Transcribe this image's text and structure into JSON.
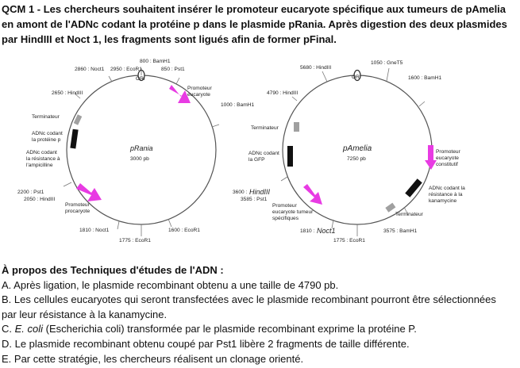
{
  "question": "QCM 1 - Les chercheurs souhaitent insérer le promoteur eucaryote spécifique aux tumeurs de pAmelia en amont de l'ADNc codant la protéine p dans le plasmide pRania. Après digestion des deux plasmides par HindIII et Noct 1, les fragments sont ligués afin de former pFinal.",
  "prania": {
    "name": "pRania",
    "size": "3000 pb",
    "labels": {
      "bamh1_800": "800 : BamH1",
      "noct1_2860": "2860 : Noct1",
      "ecor1_2950": "2950 : EcoR1",
      "bamh1_850": "850 : Pst1",
      "ori": "ORI",
      "promoteur_euk_1": "Promoteur",
      "promoteur_euk_2": "eucaryote",
      "hindiii_2650": "2650 : HindIII",
      "bamh1_1000": "1000 : BamH1",
      "terminateur": "Terminateur",
      "adnc_p_1": "ADNc codant",
      "adnc_p_2": "la protéine p",
      "adnc_amp_1": "ADNc codant",
      "adnc_amp_2": "la résistance à",
      "adnc_amp_3": "l'ampicilline",
      "pst1_2200": "2200 : Pst1",
      "hindiii_2050": "2050 : HindIII",
      "promoteur_prok_1": "Promoteur",
      "promoteur_prok_2": "procaryote",
      "noct1_1810": "1810 : Noct1",
      "ecor1_1600": "1600 : EcoR1",
      "ecor1_1775": "1775 : EcoR1"
    }
  },
  "pamelia": {
    "name": "pAmelia",
    "size": "7250 pb",
    "labels": {
      "hindiii_5680": "5680 : HindIII",
      "gnet5_1050": "1050 : GneT5",
      "ori": "ORI",
      "bamh1_1600": "1600 : BamH1",
      "hindiii_4790": "4790 : HindIII",
      "terminateur_top": "Terminateur",
      "adnc_gfp_1": "ADNc codant",
      "adnc_gfp_2": "la GFP",
      "prom_const_1": "Promoteur",
      "prom_const_2": "eucaryote",
      "prom_const_3": "constitutif",
      "hindiii_3600_num": "3600 :",
      "hindiii_3600_hand": "HindIII",
      "pst1_3585": "3585 : Pst1",
      "prom_tum_1": "Promoteur",
      "prom_tum_2": "eucaryote tumeur",
      "prom_tum_3": "spécifiques",
      "adnc_kan_1": "ADNc codant la",
      "adnc_kan_2": "résistance à la",
      "adnc_kan_3": "kanamycine",
      "terminateur_bot": "Terminateur",
      "bamh1_3575": "3575 : BamH1",
      "noct1_1810_num": "1810 :",
      "noct1_1810_hand": "Noct1",
      "ecor1_1775": "1775 : EcoR1"
    }
  },
  "answers": {
    "heading": "À propos des Techniques d'études de l'ADN :",
    "a": "A. Après ligation, le plasmide recombinant obtenu a une taille de 4790 pb.",
    "b1": "B. Les cellules eucaryotes qui seront transfectées avec le plasmide recombinant pourront être sélectionnées",
    "b2": "par leur résistance à la kanamycine.",
    "c_prefix": "C. ",
    "c_italic": "E. coli",
    "c_rest": " (Escherichia coli) transformée par le plasmide recombinant exprime la protéine P.",
    "d": "D. Le plasmide recombinant obtenu coupé par Pst1 libère 2 fragments de taille différente.",
    "e": "E. Par cette stratégie, les chercheurs réalisent un clonage orienté."
  },
  "colors": {
    "magenta": "#e83be3",
    "black_box": "#111111",
    "grey_box": "#a0a0a0",
    "line": "#555555"
  }
}
